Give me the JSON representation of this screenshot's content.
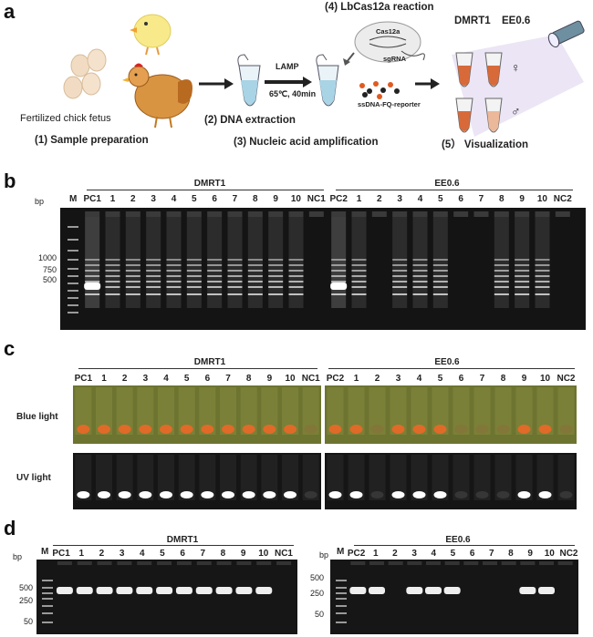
{
  "panel_labels": [
    "a",
    "b",
    "c",
    "d"
  ],
  "panel_a": {
    "sample_caption": "Fertilized chick fetus",
    "steps": [
      "(1) Sample preparation",
      "(2) DNA extraction",
      "(3) Nucleic acid amplification",
      "(4) LbCas12a reaction",
      "(5） Visualization"
    ],
    "lamp_label": "LAMP",
    "lamp_conditions": "65℃, 40min",
    "cas12a_label": "Cas12a",
    "sgrna_label": "sgRNA",
    "reporter_label": "ssDNA-FQ-reporter",
    "vis_headers": [
      "DMRT1",
      "EE0.6"
    ],
    "female_symbol": "♀",
    "male_symbol": "♂"
  },
  "panel_b": {
    "group_labels": [
      "DMRT1",
      "EE0.6"
    ],
    "bp_label": "bp",
    "marker_label": "M",
    "ladder_marks": [
      "1000",
      "750",
      "500"
    ],
    "lanes_left": [
      "PC1",
      "1",
      "2",
      "3",
      "4",
      "5",
      "6",
      "7",
      "8",
      "9",
      "10",
      "NC1"
    ],
    "lanes_right": [
      "PC2",
      "1",
      "2",
      "3",
      "4",
      "5",
      "6",
      "7",
      "8",
      "9",
      "10",
      "NC2"
    ],
    "positive_left": [
      1,
      1,
      1,
      1,
      1,
      1,
      1,
      1,
      1,
      1,
      1,
      0
    ],
    "positive_right": [
      1,
      1,
      0,
      1,
      1,
      1,
      0,
      0,
      1,
      1,
      1,
      0
    ]
  },
  "panel_c": {
    "group_labels": [
      "DMRT1",
      "EE0.6"
    ],
    "row_labels": [
      "Blue light",
      "UV light"
    ],
    "lanes_left": [
      "PC1",
      "1",
      "2",
      "3",
      "4",
      "5",
      "6",
      "7",
      "8",
      "9",
      "10",
      "NC1"
    ],
    "lanes_right": [
      "PC2",
      "1",
      "2",
      "3",
      "4",
      "5",
      "6",
      "7",
      "8",
      "9",
      "10",
      "NC2"
    ],
    "positive_left": [
      1,
      1,
      1,
      1,
      1,
      1,
      1,
      1,
      1,
      1,
      1,
      0
    ],
    "positive_right": [
      1,
      1,
      0,
      1,
      1,
      1,
      0,
      0,
      0,
      1,
      1,
      0
    ],
    "colors": {
      "blue_panel": "#6d7430",
      "positive_tube": "#e06a28",
      "uv_glow": "#ffffff"
    }
  },
  "panel_d": {
    "group_labels": [
      "DMRT1",
      "EE0.6"
    ],
    "bp_label": "bp",
    "marker_label": "M",
    "ladder_left": [
      "500",
      "250",
      "50"
    ],
    "ladder_right": [
      "500",
      "250",
      "50"
    ],
    "lanes_left": [
      "PC1",
      "1",
      "2",
      "3",
      "4",
      "5",
      "6",
      "7",
      "8",
      "9",
      "10",
      "NC1"
    ],
    "lanes_right": [
      "PC2",
      "1",
      "2",
      "3",
      "4",
      "5",
      "6",
      "7",
      "8",
      "9",
      "10",
      "NC2"
    ],
    "positive_left": [
      1,
      1,
      1,
      1,
      1,
      1,
      1,
      1,
      1,
      1,
      1,
      0
    ],
    "positive_right": [
      1,
      1,
      0,
      1,
      1,
      1,
      0,
      0,
      0,
      1,
      1,
      0
    ]
  }
}
